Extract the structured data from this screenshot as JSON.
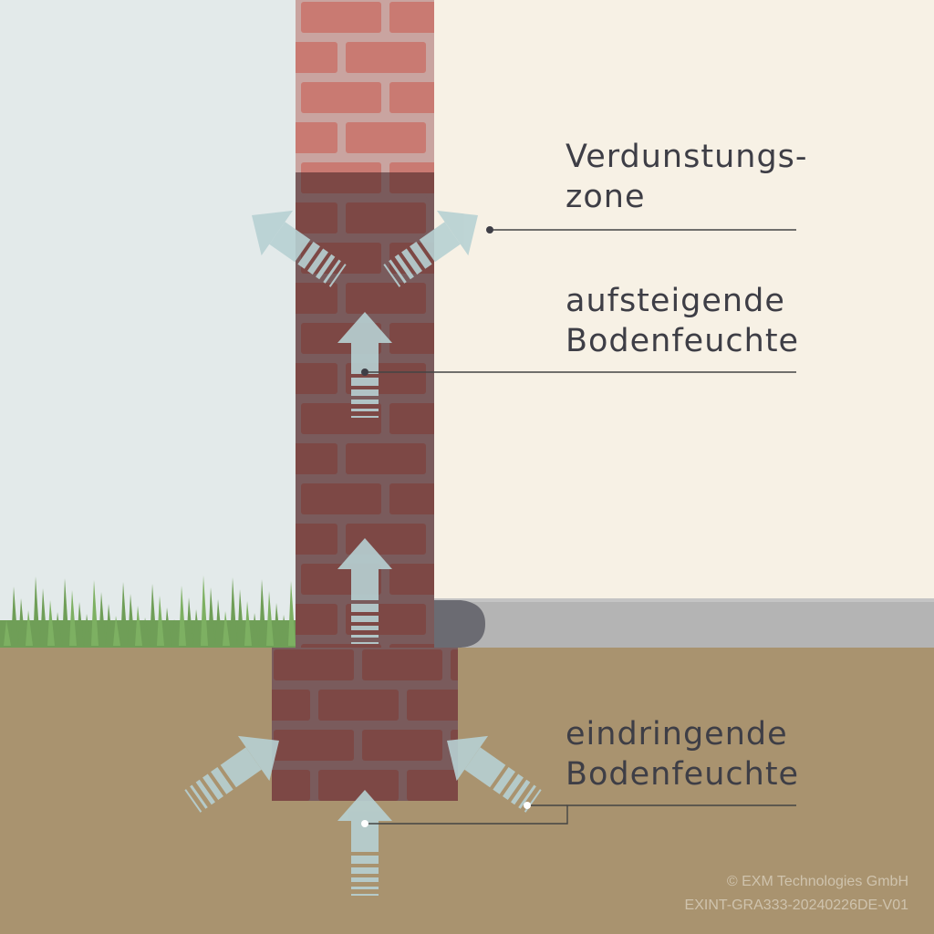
{
  "labels": {
    "evaporation_line1": "Verdunstungs-",
    "evaporation_line2": "zone",
    "rising_line1": "aufsteigende",
    "rising_line2": "Bodenfeuchte",
    "penetrating_line1": "eindringende",
    "penetrating_line2": "Bodenfeuchte"
  },
  "credit": {
    "copyright": "© EXM Technologies GmbH",
    "code": "EXINT-GRA333-20240226DE-V01"
  },
  "colors": {
    "sky": "#e3eaea",
    "interior_wall": "#f7f1e5",
    "soil": "#a9936f",
    "grass": "#6f9e57",
    "brick_dry": "#c97a72",
    "brick_wet": "#7d4845",
    "mortar": "#c9a4a0",
    "floor": "#b4b4b4",
    "arrow": "#b7d1d3",
    "leader_line": "#444444"
  }
}
